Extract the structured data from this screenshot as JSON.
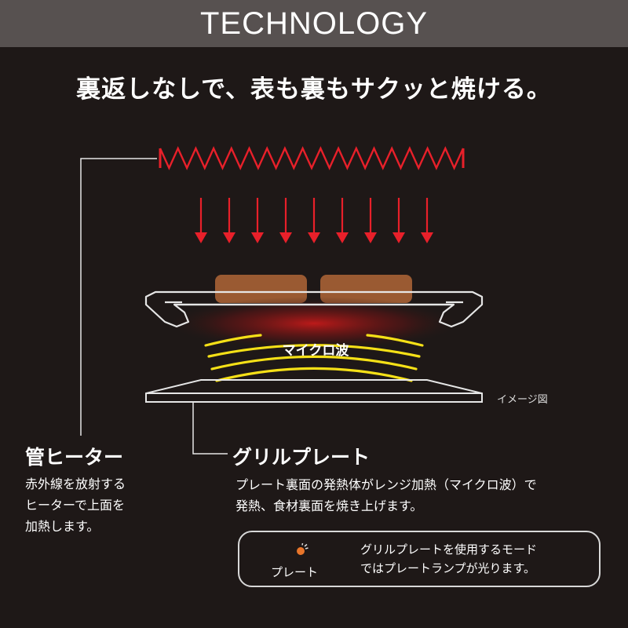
{
  "banner": {
    "title": "TECHNOLOGY"
  },
  "headline": "裏返しなしで、表も裏もサクッと焼ける。",
  "diagram": {
    "wave_label": "マイクロ波",
    "image_note": "イメージ図",
    "heater_color": "#e8202a",
    "wave_color": "#f5e017",
    "food_color": "#9a5a32"
  },
  "heater": {
    "title": "管ヒーター",
    "lines": [
      "赤外線を放射する",
      "ヒーターで上面を",
      "加熱します。"
    ]
  },
  "grill": {
    "title": "グリルプレート",
    "lines": [
      "プレート裏面の発熱体がレンジ加熱（マイクロ波）で",
      "発熱、食材裏面を焼き上げます。"
    ]
  },
  "lamp": {
    "label": "プレート",
    "lines": [
      "グリルプレートを使用するモード",
      "ではプレートランプが光ります。"
    ],
    "lamp_color": "#e8752a"
  }
}
